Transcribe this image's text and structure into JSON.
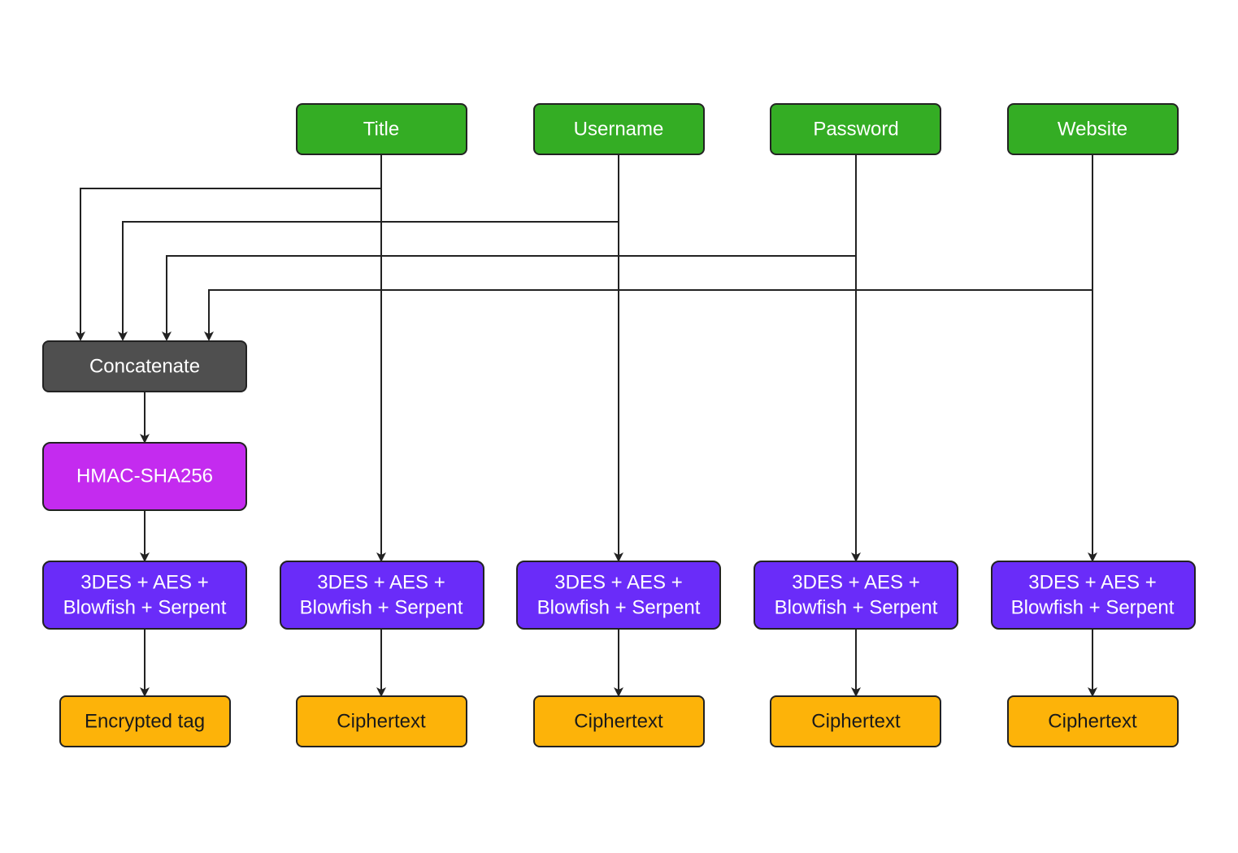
{
  "colors": {
    "input": "#34ad24",
    "concat": "#4f4f4f",
    "hmac": "#c42bef",
    "cipher": "#6a2cf9",
    "output": "#fdb309",
    "stroke": "#222222",
    "text_light": "#ffffff",
    "text_dark": "#1a1a1a"
  },
  "inputs": {
    "title": "Title",
    "username": "Username",
    "password": "Password",
    "website": "Website"
  },
  "concatenate": {
    "label": "Concatenate"
  },
  "hmac": {
    "label": "HMAC-SHA256"
  },
  "cipher": {
    "tag": {
      "line1": "3DES + AES +",
      "line2": "Blowfish + Serpent"
    },
    "title": {
      "line1": "3DES + AES +",
      "line2": "Blowfish + Serpent"
    },
    "username": {
      "line1": "3DES + AES +",
      "line2": "Blowfish + Serpent"
    },
    "password": {
      "line1": "3DES + AES +",
      "line2": "Blowfish + Serpent"
    },
    "website": {
      "line1": "3DES + AES +",
      "line2": "Blowfish + Serpent"
    }
  },
  "outputs": {
    "tag": "Encrypted tag",
    "title": "Ciphertext",
    "username": "Ciphertext",
    "password": "Ciphertext",
    "website": "Ciphertext"
  }
}
